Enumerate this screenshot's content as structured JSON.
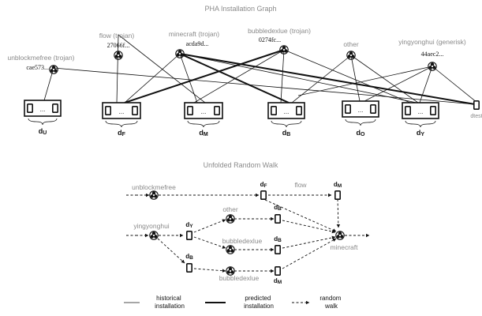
{
  "graph1": {
    "title": "PHA Installation Graph",
    "phas": [
      {
        "name": "unblockmefree (trojan)",
        "hash": "cae573..."
      },
      {
        "name": "flow (trojan)",
        "hash": "27066f..."
      },
      {
        "name": "minecraft (trojan)",
        "hash": "acda9d..."
      },
      {
        "name": "bubbledexlue (trojan)",
        "hash": "0274fc..."
      },
      {
        "name": "other",
        "hash": ""
      },
      {
        "name": "yingyonghui (generisk)",
        "hash": "44aec2..."
      }
    ],
    "groups": [
      {
        "label": "d",
        "sub": "U",
        "dots": "..."
      },
      {
        "label": "d",
        "sub": "F",
        "dots": "..."
      },
      {
        "label": "d",
        "sub": "M",
        "dots": "..."
      },
      {
        "label": "d",
        "sub": "B",
        "dots": "..."
      },
      {
        "label": "d",
        "sub": "O",
        "dots": "..."
      },
      {
        "label": "d",
        "sub": "Y",
        "dots": "..."
      }
    ],
    "extra_device_label": "dtest"
  },
  "graph2": {
    "title": "Unfolded Random Walk",
    "app_labels": {
      "unblockmefree": "unblockmefree",
      "flow": "flow",
      "yingyonghui": "yingyonghui",
      "other": "other",
      "bubbledexlue1": "bubbledexlue",
      "bubbledexlue2": "bubbledexlue",
      "minecraft": "minecraft"
    },
    "device_labels": [
      {
        "id": "dF",
        "label": "d",
        "sub": "F"
      },
      {
        "id": "dM_top",
        "label": "d",
        "sub": "M"
      },
      {
        "id": "dY",
        "label": "d",
        "sub": "Y"
      },
      {
        "id": "dB_other",
        "label": "d",
        "sub": "B"
      },
      {
        "id": "dB_mid",
        "label": "d",
        "sub": "B"
      },
      {
        "id": "dB_low",
        "label": "d",
        "sub": "B"
      },
      {
        "id": "dM_bottom",
        "label": "d",
        "sub": "M"
      }
    ]
  },
  "legend": {
    "historical": "historical installation",
    "predicted": "predicted installation",
    "random_walk": "random walk"
  },
  "colors": {
    "text_gray": "#8a8a8a",
    "ink": "#111111"
  }
}
